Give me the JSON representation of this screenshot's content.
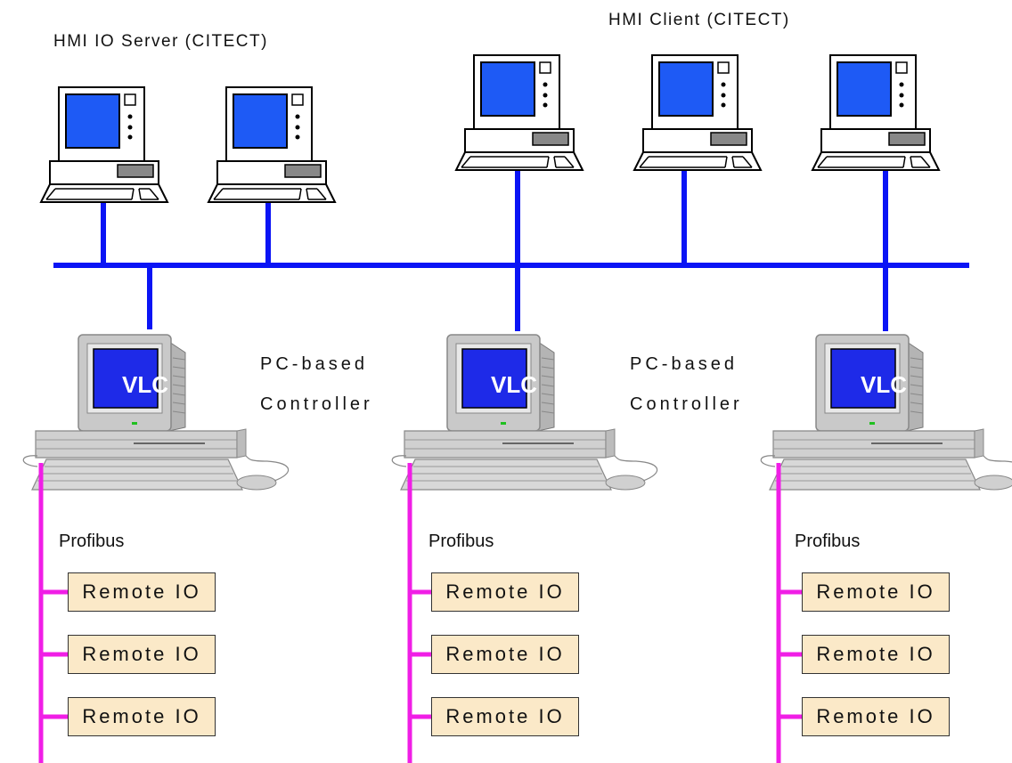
{
  "labels": {
    "hmi_io_server": "HMI IO Server (CITECT)",
    "hmi_client": "HMI Client  (CITECT)",
    "pc_based": "PC-based",
    "controller": "Controller",
    "profibus": "Profibus",
    "remote_io": "Remote IO",
    "vlc": "VLC"
  },
  "colors": {
    "ethernet": "#0a14f5",
    "profibus": "#f01ee6",
    "screen": "#1e5af5",
    "remote_io_fill": "#fbe9c8"
  },
  "diagram": {
    "hmi_servers": 2,
    "hmi_clients": 3,
    "controllers": 3,
    "remote_io_per_controller": 3
  }
}
